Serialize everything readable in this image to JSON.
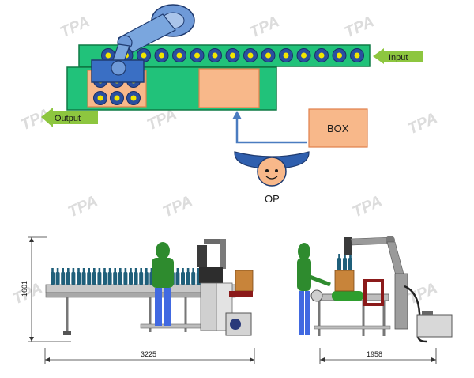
{
  "layout_diagram": {
    "input_label": "Input",
    "output_label": "Output",
    "box_label": "BOX",
    "op_label": "OP"
  },
  "elevation_views": {
    "front_height": "1601",
    "front_width": "3225",
    "side_width": "1958"
  },
  "watermark": "TPA",
  "colors": {
    "conveyor_green": "#21c27a",
    "conveyor_dark": "#0f7a45",
    "box_orange": "#f8b88a",
    "box_border": "#e0804a",
    "arrow_green": "#8dc63f",
    "robot_blue": "#6f9ad8",
    "operator_blue": "#2f5fae",
    "flow_arrow": "#4a7cc0"
  }
}
